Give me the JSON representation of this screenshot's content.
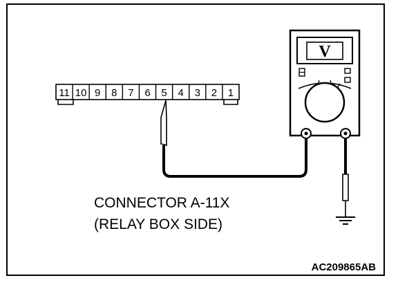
{
  "diagram": {
    "connector": {
      "pins": [
        "11",
        "10",
        "9",
        "8",
        "7",
        "6",
        "5",
        "4",
        "3",
        "2",
        "1"
      ],
      "probe_pin": "5"
    },
    "voltmeter": {
      "display_symbol": "V"
    },
    "caption": {
      "line1": "CONNECTOR A-11X",
      "line2": "(RELAY BOX SIDE)"
    },
    "figure_code": "AC209865AB"
  }
}
